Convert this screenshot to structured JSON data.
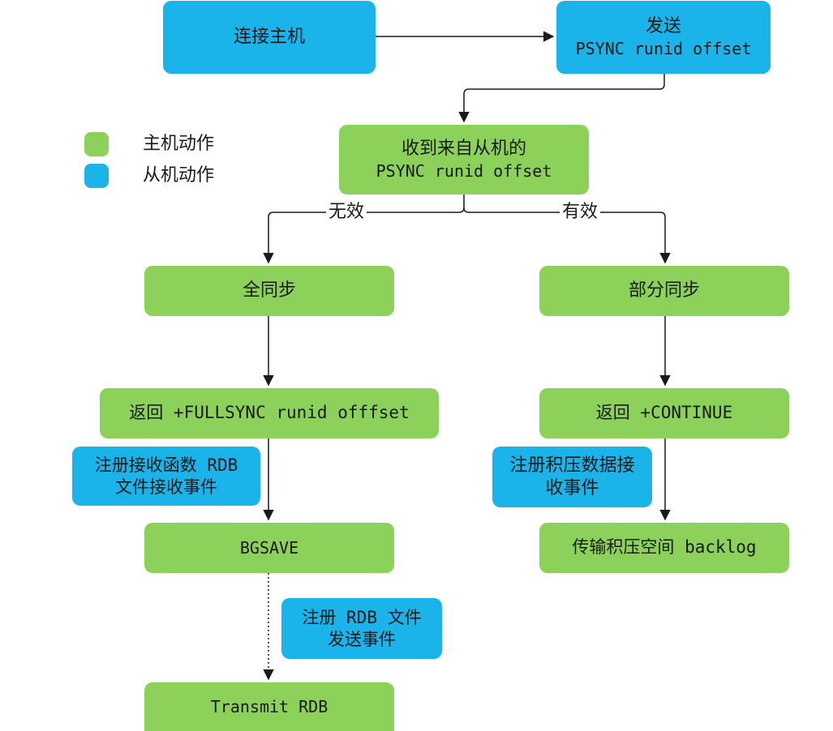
{
  "colors": {
    "host_action": "#8bd15a",
    "slave_action": "#1ab3ea",
    "line": "#1a1a1a"
  },
  "legend": {
    "host_label": "主机动作",
    "slave_label": "从机动作"
  },
  "nodes": {
    "connect_host": {
      "line1": "连接主机"
    },
    "send_psync": {
      "line1": "发送",
      "line2": "PSYNC runid offset"
    },
    "receive_psync": {
      "line1": "收到来自从机的",
      "line2": "PSYNC runid offset"
    },
    "full_sync": {
      "line1": "全同步"
    },
    "partial_sync": {
      "line1": "部分同步"
    },
    "return_fullsync": {
      "line1": "返回 +FULLSYNC runid offfset"
    },
    "return_continue": {
      "line1": "返回 +CONTINUE"
    },
    "register_rdb_receive": {
      "line1": "注册接收函数 RDB",
      "line2": "文件接收事件"
    },
    "register_backlog_receive": {
      "line1": "注册积压数据接",
      "line2": "收事件"
    },
    "bgsave": {
      "line1": "BGSAVE"
    },
    "transmit_backlog": {
      "line1": "传输积压空间 backlog"
    },
    "register_rdb_send": {
      "line1": "注册 RDB 文件",
      "line2": "发送事件"
    },
    "transmit_rdb": {
      "line1": "Transmit RDB"
    }
  },
  "edge_labels": {
    "invalid": "无效",
    "valid": "有效"
  }
}
